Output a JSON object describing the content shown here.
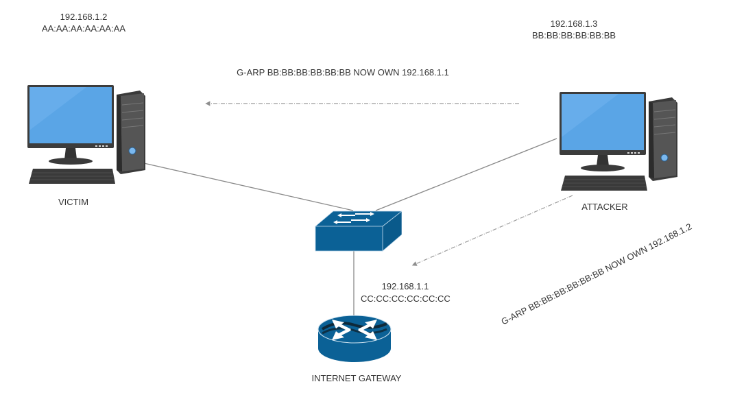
{
  "diagram": {
    "title": "ARP Spoofing / G-ARP Poisoning",
    "nodes": {
      "victim": {
        "label": "VICTIM",
        "ip": "192.168.1.2",
        "mac": "AA:AA:AA:AA:AA:AA",
        "type": "desktop-computer"
      },
      "attacker": {
        "label": "ATTACKER",
        "ip": "192.168.1.3",
        "mac": "BB:BB:BB:BB:BB:BB",
        "type": "desktop-computer"
      },
      "switch": {
        "label": "",
        "type": "network-switch"
      },
      "gateway": {
        "label": "INTERNET GATEWAY",
        "ip": "192.168.1.1",
        "mac": "CC:CC:CC:CC:CC:CC",
        "type": "router"
      }
    },
    "links": [
      {
        "from": "victim",
        "to": "switch",
        "style": "solid"
      },
      {
        "from": "attacker",
        "to": "switch",
        "style": "solid"
      },
      {
        "from": "switch",
        "to": "gateway",
        "style": "solid"
      }
    ],
    "messages": [
      {
        "from": "attacker",
        "to": "victim",
        "style": "dash-dot-arrow",
        "text": "G-ARP BB:BB:BB:BB:BB:BB NOW OWN 192.168.1.1"
      },
      {
        "from": "attacker",
        "to": "gateway",
        "style": "dash-dot-arrow",
        "text": "G-ARP BB:BB:BB:BB:BB:BB NOW OWN 192.168.1.2"
      }
    ],
    "colors": {
      "cisco_blue": "#0b6196",
      "screen_blue": "#5aa5e6",
      "case_dark": "#3c3c3c",
      "line_gray": "#8a8a8a",
      "text": "#333333"
    }
  }
}
